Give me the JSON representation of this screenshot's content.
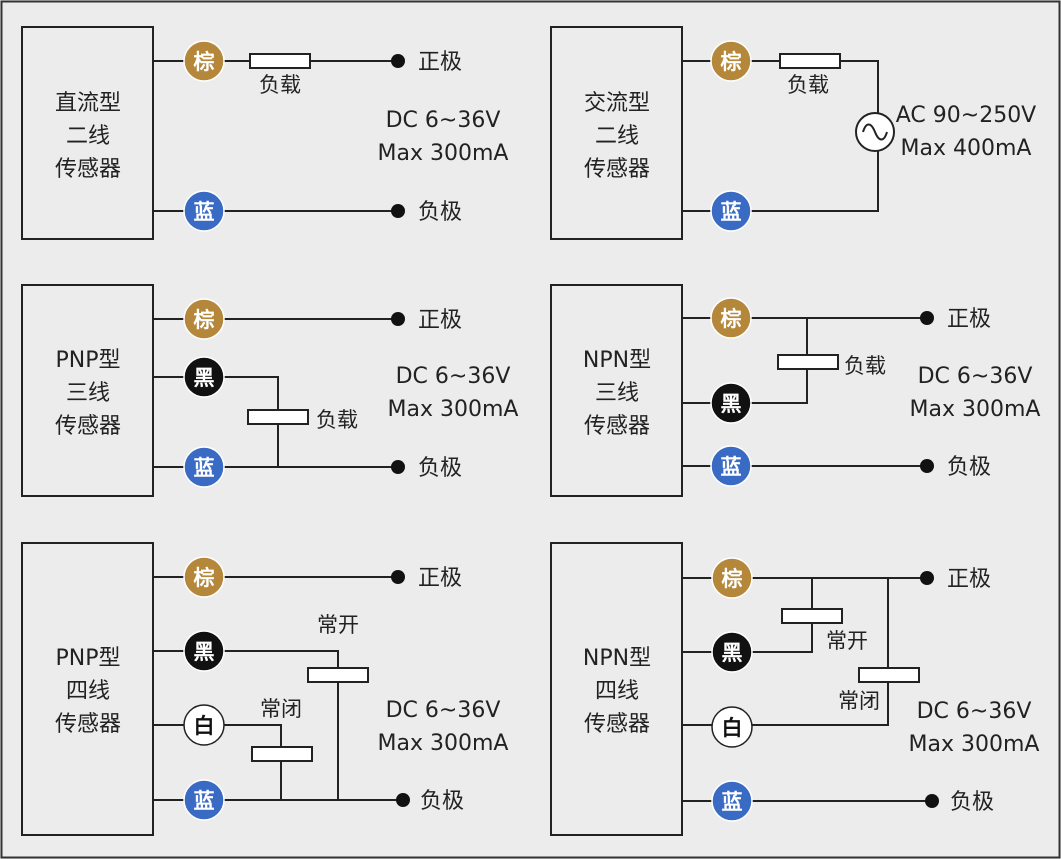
{
  "colors": {
    "background": "#ececec",
    "border": "#333333",
    "line": "#222222",
    "brown": "#b5873a",
    "black": "#111111",
    "white": "#ffffff",
    "blue": "#3a6bc4",
    "resistor_fill": "#ffffff"
  },
  "terminals": {
    "brown": "棕",
    "black": "黑",
    "white": "白",
    "blue": "蓝"
  },
  "labels": {
    "positive": "正极",
    "negative": "负极",
    "load": "负载",
    "normally_open": "常开",
    "normally_closed": "常闭"
  },
  "icons": {
    "ac_source": "ac-sine-source-icon",
    "terminal_dot": "filled-dot-icon"
  },
  "panels": [
    {
      "id": "dc-2wire",
      "sensor": [
        "直流型",
        "二线",
        "传感器"
      ],
      "spec": [
        "DC 6~36V",
        "Max 300mA"
      ]
    },
    {
      "id": "ac-2wire",
      "sensor": [
        "交流型",
        "二线",
        "传感器"
      ],
      "spec": [
        "AC 90~250V",
        "Max 400mA"
      ]
    },
    {
      "id": "pnp-3wire",
      "sensor": [
        "PNP型",
        "三线",
        "传感器"
      ],
      "spec": [
        "DC 6~36V",
        "Max 300mA"
      ]
    },
    {
      "id": "npn-3wire",
      "sensor": [
        "NPN型",
        "三线",
        "传感器"
      ],
      "spec": [
        "DC 6~36V",
        "Max 300mA"
      ]
    },
    {
      "id": "pnp-4wire",
      "sensor": [
        "PNP型",
        "四线",
        "传感器"
      ],
      "spec": [
        "DC 6~36V",
        "Max 300mA"
      ]
    },
    {
      "id": "npn-4wire",
      "sensor": [
        "NPN型",
        "四线",
        "传感器"
      ],
      "spec": [
        "DC 6~36V",
        "Max 300mA"
      ]
    }
  ]
}
